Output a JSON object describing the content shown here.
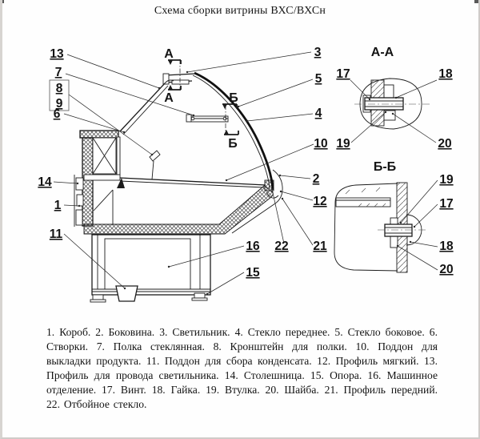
{
  "window": {
    "title": "Схема сборки витрины ВХС/ВХСн"
  },
  "drawing_type": "assembly-cross-section",
  "callouts": {
    "c1": "1",
    "c2": "2",
    "c3": "3",
    "c4": "4",
    "c5": "5",
    "c6": "6",
    "c7": "7",
    "c8": "8",
    "c9": "9",
    "c10": "10",
    "c11": "11",
    "c12": "12",
    "c13": "13",
    "c14": "14",
    "c15": "15",
    "c16": "16",
    "c17": "17",
    "c18": "18",
    "c19": "19",
    "c20": "20",
    "c21": "21",
    "c22": "22"
  },
  "sections": {
    "aa": {
      "title": "А-А",
      "marker": "А"
    },
    "bb": {
      "title": "Б-Б",
      "marker": "Б"
    }
  },
  "legend": {
    "text": "1. Короб. 2. Боковина. 3. Светильник. 4. Стекло переднее. 5. Стекло боковое. 6. Створки. 7. Полка стеклянная. 8. Кронштейн для полки. 10. Поддон для выкладки продукта. 11. Поддон для сбора конденсата. 12. Профиль мягкий. 13. Профиль для провода светильника. 14. Столешница. 15. Опора. 16. Машинное отделение. 17. Винт. 18. Гайка. 19. Втулка. 20. Шайба. 21. Профиль передний. 22. Отбойное стекло."
  },
  "colors": {
    "line": "#1a1a1a",
    "background": "#fefefe"
  }
}
